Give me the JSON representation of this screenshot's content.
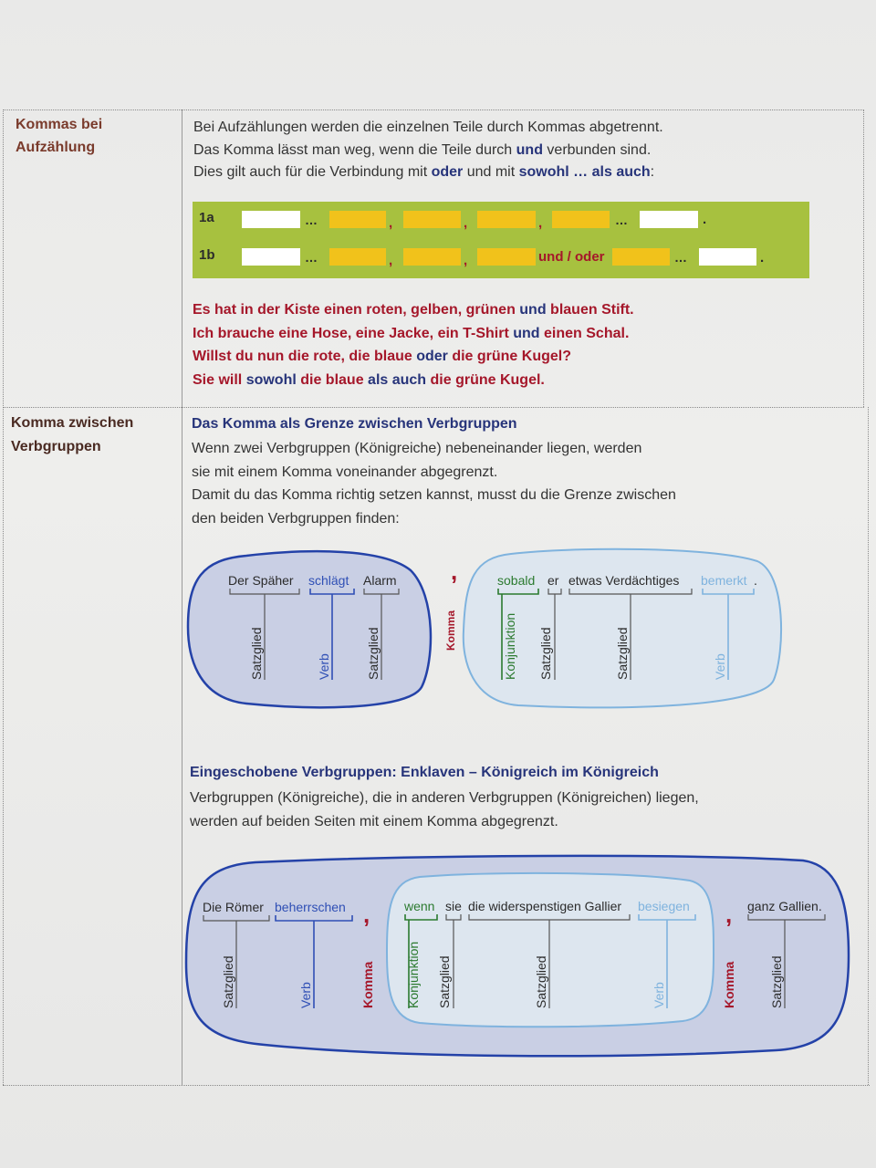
{
  "row1": {
    "label_line1": "Kommas bei",
    "label_line2": "Aufzählung",
    "para_line1": "Bei Aufzählungen werden die einzelnen Teile durch Kommas abgetrennt.",
    "para_line2_a": "Das Komma lässt man weg, wenn die Teile durch ",
    "para_line2_kw": "und",
    "para_line2_b": " verbunden sind.",
    "para_line3_a": "Dies gilt auch für die Verbindung mit ",
    "para_line3_kw1": "oder",
    "para_line3_b": " und mit ",
    "para_line3_kw2": "sowohl … als auch",
    "para_line3_c": ":",
    "band": {
      "label_1a": "1a",
      "label_1b": "1b",
      "dots": "…",
      "comma": ",",
      "period": ".",
      "connector": "und / oder",
      "colors": {
        "band": "#a7c13f",
        "white_slot": "#ffffff",
        "yellow_slot": "#f1c21b"
      }
    },
    "examples": [
      {
        "parts": [
          {
            "t": "Es hat in der Kiste einen roten, gelben, grünen ",
            "c": "red"
          },
          {
            "t": "und",
            "c": "blue"
          },
          {
            "t": " blauen Stift.",
            "c": "red"
          }
        ]
      },
      {
        "parts": [
          {
            "t": "Ich brauche eine Hose, eine Jacke, ein T-Shirt ",
            "c": "red"
          },
          {
            "t": "und",
            "c": "blue"
          },
          {
            "t": " einen Schal.",
            "c": "red"
          }
        ]
      },
      {
        "parts": [
          {
            "t": "Willst du nun die rote, die blaue ",
            "c": "red"
          },
          {
            "t": "oder",
            "c": "blue"
          },
          {
            "t": " die grüne Kugel?",
            "c": "red"
          }
        ]
      },
      {
        "parts": [
          {
            "t": "Sie will ",
            "c": "red"
          },
          {
            "t": "sowohl",
            "c": "blue"
          },
          {
            "t": " die blaue ",
            "c": "red"
          },
          {
            "t": "als auch",
            "c": "blue"
          },
          {
            "t": " die grüne Kugel.",
            "c": "red"
          }
        ]
      }
    ]
  },
  "row2": {
    "label_line1": "Komma zwischen",
    "label_line2": "Verbgruppen",
    "heading1": "Das Komma als Grenze zwischen Verbgruppen",
    "para1_lines": [
      "Wenn zwei Verbgruppen (Königreiche) nebeneinander liegen, werden",
      "sie mit einem Komma voneinander abgegrenzt.",
      "Damit du das Komma richtig setzen kannst, musst du die Grenze zwischen",
      "den beiden Verbgruppen finden:"
    ],
    "diagram1": {
      "left_words": [
        "Der Späher",
        "schlägt",
        "Alarm"
      ],
      "left_labels": [
        "Satzglied",
        "Verb",
        "Satzglied"
      ],
      "comma_glyph": ",",
      "comma_label": "Komma",
      "right_words": [
        "sobald",
        "er",
        "etwas Verdächtiges",
        "bemerkt",
        "."
      ],
      "right_labels": [
        "Konjunktion",
        "Satzglied",
        "Satzglied",
        "Verb"
      ]
    },
    "heading2": "Eingeschobene Verbgruppen: Enklaven – Königreich im Königreich",
    "para2_lines": [
      "Verbgruppen (Königreiche), die in anderen Verbgruppen (Königreichen) liegen,",
      "werden auf beiden Seiten mit einem Komma abgegrenzt."
    ],
    "diagram2": {
      "outer_left_words": [
        "Die Römer",
        "beherrschen"
      ],
      "outer_left_labels": [
        "Satzglied",
        "Verb"
      ],
      "comma_label": "Komma",
      "inner_words": [
        "wenn",
        "sie",
        "die widerspenstigen Gallier",
        "besiegen"
      ],
      "inner_labels": [
        "Konjunktion",
        "Satzglied",
        "Satzglied",
        "Verb"
      ],
      "outer_right_words": [
        "ganz Gallien."
      ],
      "outer_right_labels": [
        "Satzglied"
      ]
    },
    "colors": {
      "dark_blue": "#27347a",
      "mid_blue": "#2f4fb5",
      "light_blue": "#7fb3de",
      "red": "#a5172a",
      "green": "#2b7a2f",
      "fill_blue": "#c9cfe4",
      "fill_light": "#dde6ef"
    }
  }
}
